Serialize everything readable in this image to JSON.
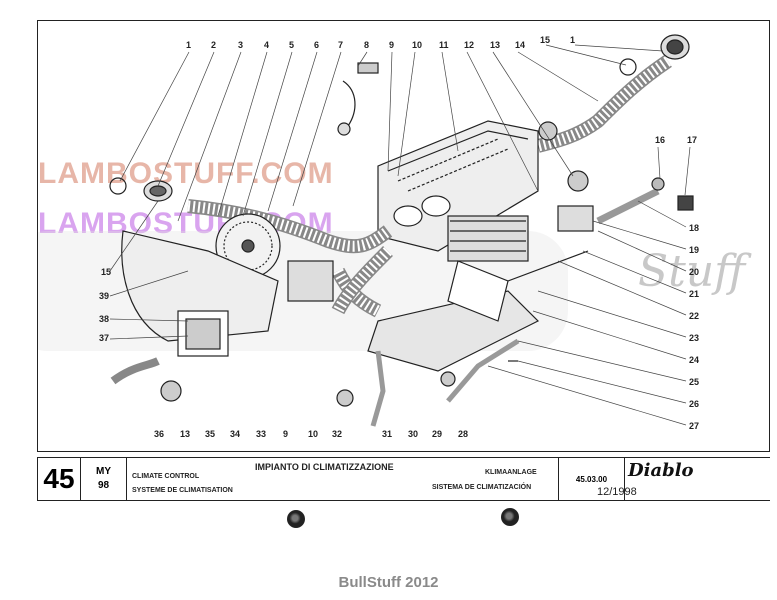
{
  "diagram": {
    "callouts_top": [
      "1",
      "2",
      "3",
      "4",
      "5",
      "6",
      "7",
      "8",
      "9",
      "10",
      "11",
      "12",
      "13",
      "14",
      "15",
      "1"
    ],
    "callouts_right": [
      "16",
      "17",
      "18",
      "19",
      "20",
      "21",
      "22",
      "23",
      "24",
      "25",
      "26",
      "27"
    ],
    "callouts_bottom": [
      "36",
      "13",
      "35",
      "34",
      "33",
      "9",
      "10",
      "32",
      "31",
      "30",
      "29",
      "28"
    ],
    "callouts_left": [
      "15",
      "39",
      "38",
      "37"
    ],
    "watermarks": [
      "LAMBOSTUFF.COM",
      "LAMBOSTUFF.COM",
      "Stuff"
    ]
  },
  "title_block": {
    "plate_number": "45",
    "model_year_label": "MY",
    "model_year": "98",
    "title_it": "IMPIANTO DI CLIMATIZZAZIONE",
    "title_en": "CLIMATE CONTROL",
    "title_fr": "SYSTEME DE CLIMATISATION",
    "title_de": "KLIMAANLAGE",
    "title_es": "SISTEMA DE CLIMATIZACIÓN",
    "code": "45.03.00",
    "date": "12/1998",
    "brand": "Diablo"
  },
  "footer": {
    "credit": "BullStuff 2012"
  },
  "colors": {
    "ink": "#222222",
    "watermark_orange": "#e7b6a8",
    "watermark_purple": "#d9a4ef",
    "footer_gray": "#8a8a8a"
  }
}
